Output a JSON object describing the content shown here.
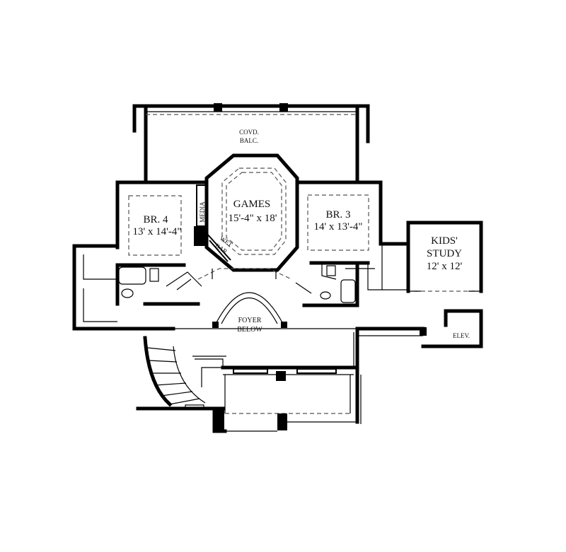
{
  "rooms": {
    "balcony": {
      "line1": "COVD.",
      "line2": "BALC."
    },
    "games": {
      "name": "GAMES",
      "size": "15'-4\" x 18'"
    },
    "media": {
      "name": "MEDIA"
    },
    "wet_bar": {
      "line1": "WET",
      "line2": "BAR"
    },
    "br4": {
      "name": "BR. 4",
      "size": "13' x 14'-4\""
    },
    "br3": {
      "name": "BR. 3",
      "size": "14' x 13'-4\""
    },
    "kids_study": {
      "line1": "KIDS'",
      "line2": "STUDY",
      "size": "12' x 12'"
    },
    "foyer": {
      "line1": "FOYER",
      "line2": "BELOW"
    },
    "elevator": {
      "name": "ELEV."
    }
  }
}
